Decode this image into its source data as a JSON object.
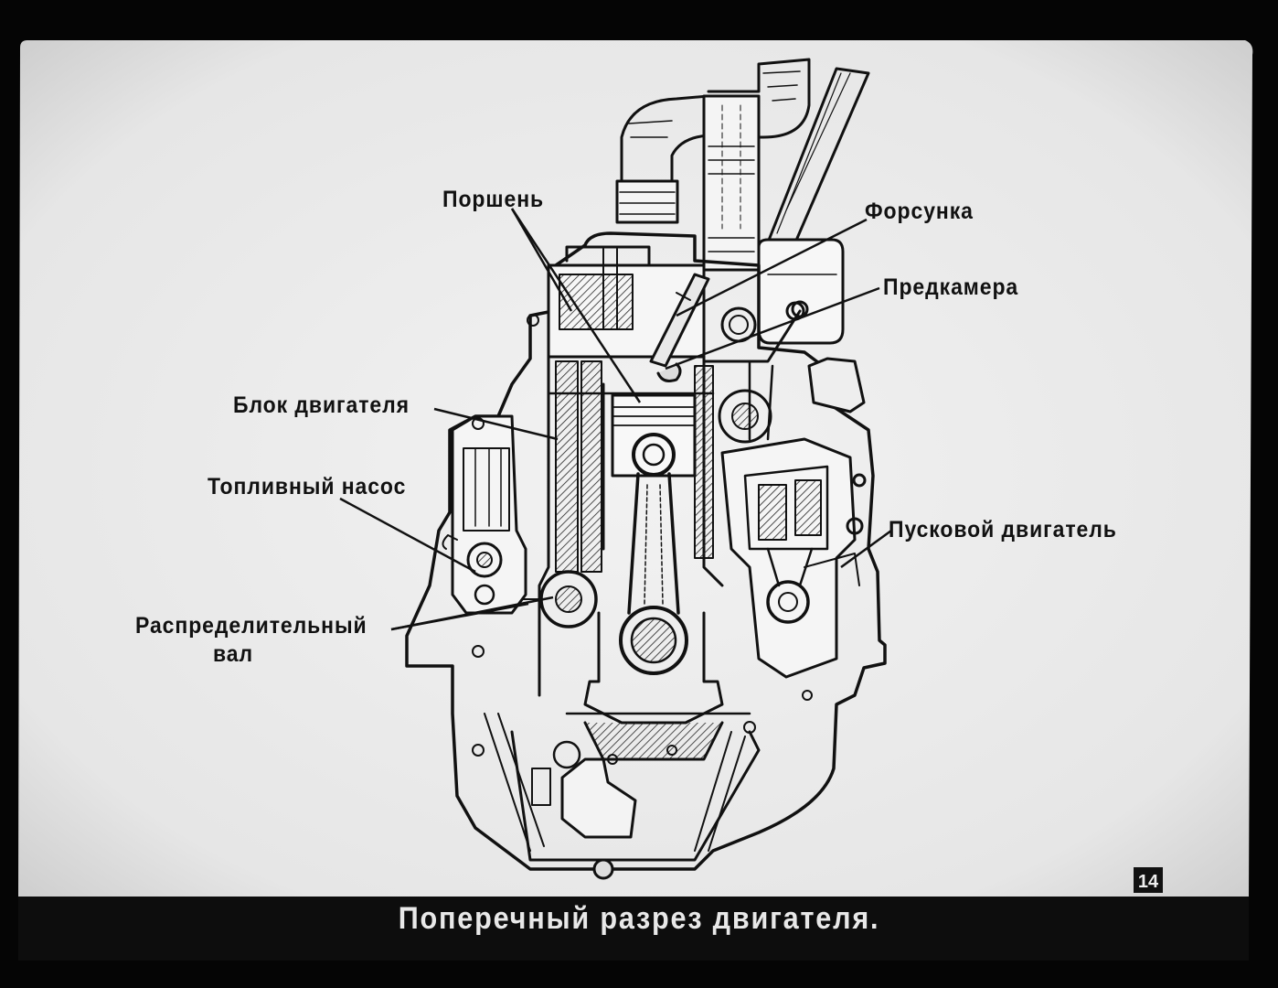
{
  "labels": {
    "piston": "Поршень",
    "injector": "Форсунка",
    "prechamber": "Предкамера",
    "engine_block": "Блок двигателя",
    "fuel_pump": "Топливный насос",
    "starter_engine": "Пусковой двигатель",
    "camshaft_line1": "Распределительный",
    "camshaft_line2": "вал"
  },
  "slide_number": "14",
  "caption": "Поперечный разрез двигателя."
}
